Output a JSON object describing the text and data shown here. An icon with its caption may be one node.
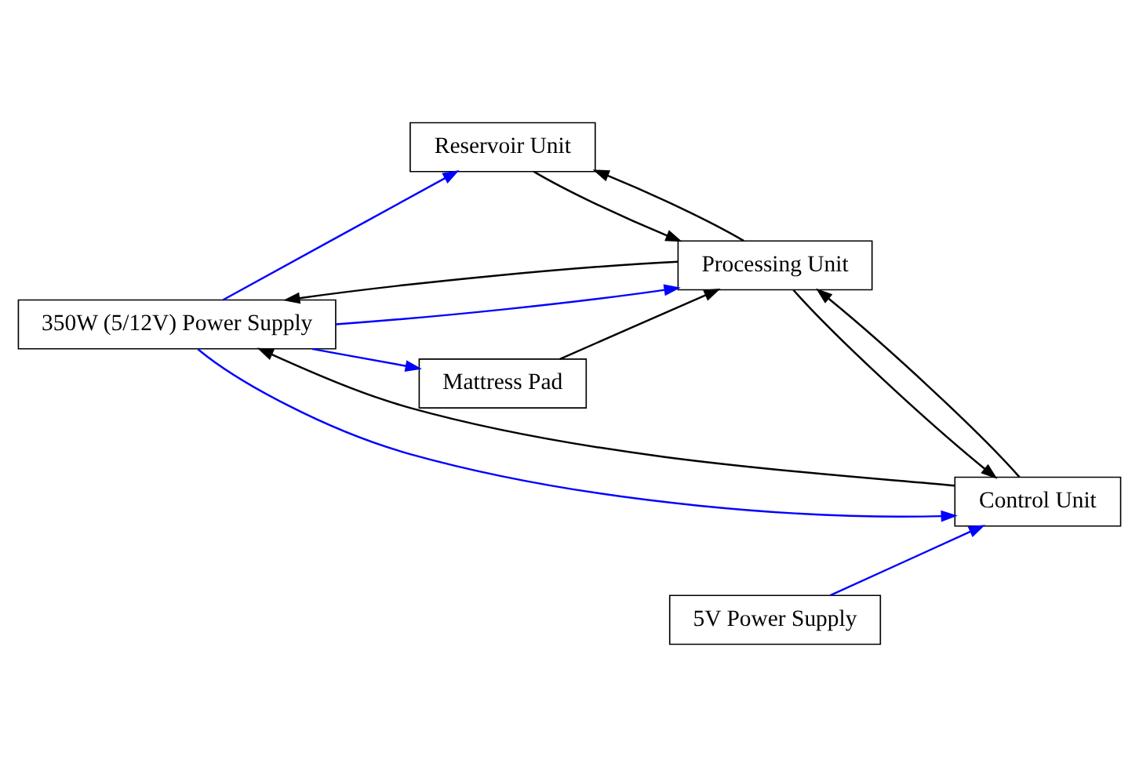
{
  "diagram": {
    "nodes": [
      {
        "text": [
          "350W (5/12V) Power Supply"
        ]
      },
      {
        "text": [
          "Reservoir Unit"
        ]
      },
      {
        "text": [
          "Processing Unit"
        ]
      },
      {
        "text": [
          "Mattress Pad"
        ]
      },
      {
        "text": [
          "Control Unit"
        ]
      },
      {
        "text": [
          "5V Power Supply"
        ]
      }
    ],
    "edges": [
      {
        "from": 0,
        "to": 3,
        "arrow": "to",
        "color": "#0000ff"
      },
      {
        "from": 0,
        "to": 1,
        "arrow": "to",
        "color": "#0000ff"
      },
      {
        "from": 0,
        "to": 2,
        "arrow": "to",
        "color": "#0000ff"
      },
      {
        "from": 0,
        "to": 4,
        "arrow": "to",
        "color": "#0000ff"
      },
      {
        "from": 1,
        "to": 2,
        "arrow": "to"
      },
      {
        "from": 2,
        "to": 1,
        "arrow": "to"
      },
      {
        "from": 2,
        "to": 0,
        "arrow": "to"
      },
      {
        "from": 3,
        "to": 2,
        "arrow": "to"
      },
      {
        "from": 2,
        "to": 4,
        "arrow": "to"
      },
      {
        "from": 4,
        "to": 2,
        "arrow": "to"
      },
      {
        "from": 4,
        "to": 0,
        "arrow": "to"
      },
      {
        "from": 5,
        "to": 4,
        "arrow": "to",
        "color": "#0000ff"
      }
    ]
  }
}
